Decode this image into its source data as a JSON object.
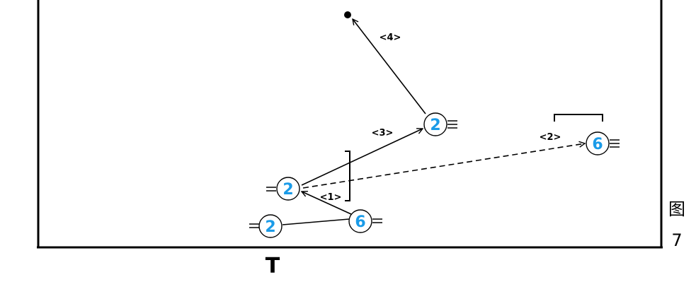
{
  "colors": {
    "ink": "#000000",
    "player": "#1a9be8",
    "background": "#ffffff"
  },
  "figure": {
    "char": "图",
    "number": "7"
  },
  "basket_marker": "T",
  "players": [
    {
      "id": "p2-start",
      "number": "2",
      "tail": "left"
    },
    {
      "id": "p6-screen",
      "number": "6",
      "tail": "right"
    },
    {
      "id": "p2-cut",
      "number": "2",
      "tail": "left"
    },
    {
      "id": "p2-mid",
      "number": "2",
      "tail": "right"
    },
    {
      "id": "p6-wing",
      "number": "6",
      "tail": "right"
    }
  ],
  "steps": [
    "<1>",
    "<2>",
    "<3>",
    "<4>"
  ],
  "icons": {
    "ball": "ball-dot-icon",
    "screen": "screen-bracket-icon",
    "arrow": "arrowhead-icon"
  }
}
